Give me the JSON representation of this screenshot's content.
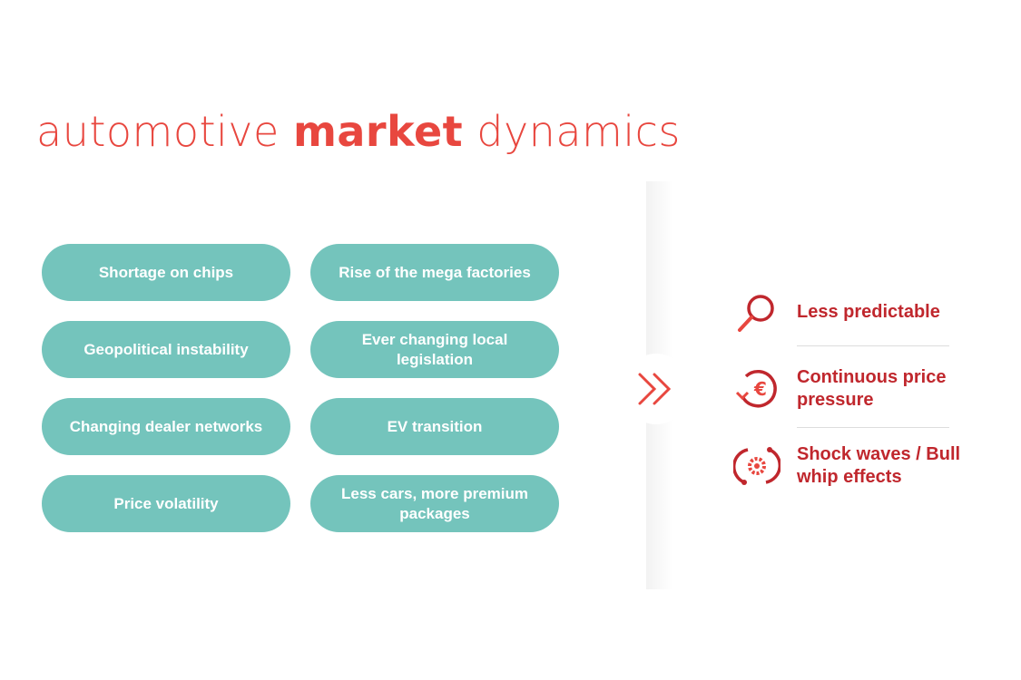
{
  "title": {
    "part1": "automotive ",
    "part2": "market",
    "part3": " dynamics"
  },
  "factors": [
    "Shortage on chips",
    "Rise of the mega factories",
    "Geopolitical instability",
    "Ever changing local legislation",
    "Changing dealer networks",
    "EV transition",
    "Price volatility",
    "Less cars, more premium packages"
  ],
  "effects": [
    {
      "label": "Less predictable",
      "icon": "magnifier-icon"
    },
    {
      "label": "Continuous price pressure",
      "icon": "euro-cycle-icon"
    },
    {
      "label": "Shock waves / Bull whip effects",
      "icon": "gear-cycle-icon"
    }
  ],
  "colors": {
    "accent": "#e8473f",
    "dark_red": "#c0272d",
    "teal": "#74c4bc"
  }
}
